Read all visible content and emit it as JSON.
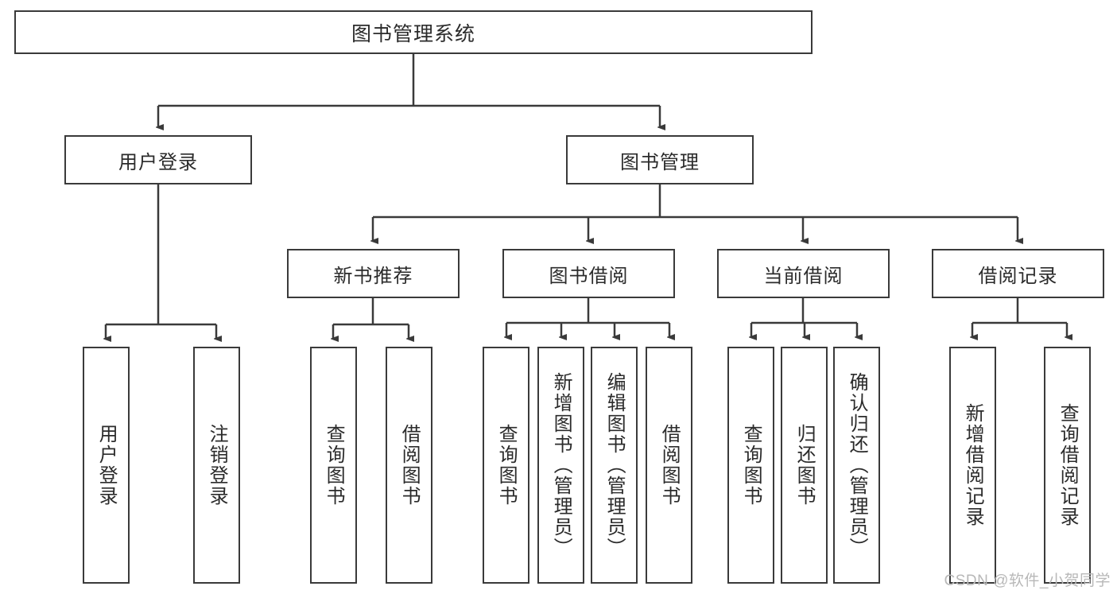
{
  "diagram": {
    "title_text": "图书管理系统",
    "stroke_color": "#3a3a3a",
    "background_color": "#ffffff",
    "text_color": "#2b2b2b",
    "root": {
      "label": "图书管理系统"
    },
    "level2": [
      {
        "label": "用户登录"
      },
      {
        "label": "图书管理"
      }
    ],
    "level3": [
      {
        "label": "新书推荐"
      },
      {
        "label": "图书借阅"
      },
      {
        "label": "当前借阅"
      },
      {
        "label": "借阅记录"
      }
    ],
    "leaves": [
      {
        "label": "用户登录"
      },
      {
        "label": "注销登录"
      },
      {
        "label": "查询图书"
      },
      {
        "label": "借阅图书"
      },
      {
        "label": "查询图书"
      },
      {
        "label": "新增图书（管理员）"
      },
      {
        "label": "编辑图书（管理员）"
      },
      {
        "label": "借阅图书"
      },
      {
        "label": "查询图书"
      },
      {
        "label": "归还图书"
      },
      {
        "label": "确认归还（管理员）"
      },
      {
        "label": "新增借阅记录"
      },
      {
        "label": "查询借阅记录"
      }
    ]
  },
  "watermark": {
    "text": "CSDN @软件_小贺同学"
  }
}
